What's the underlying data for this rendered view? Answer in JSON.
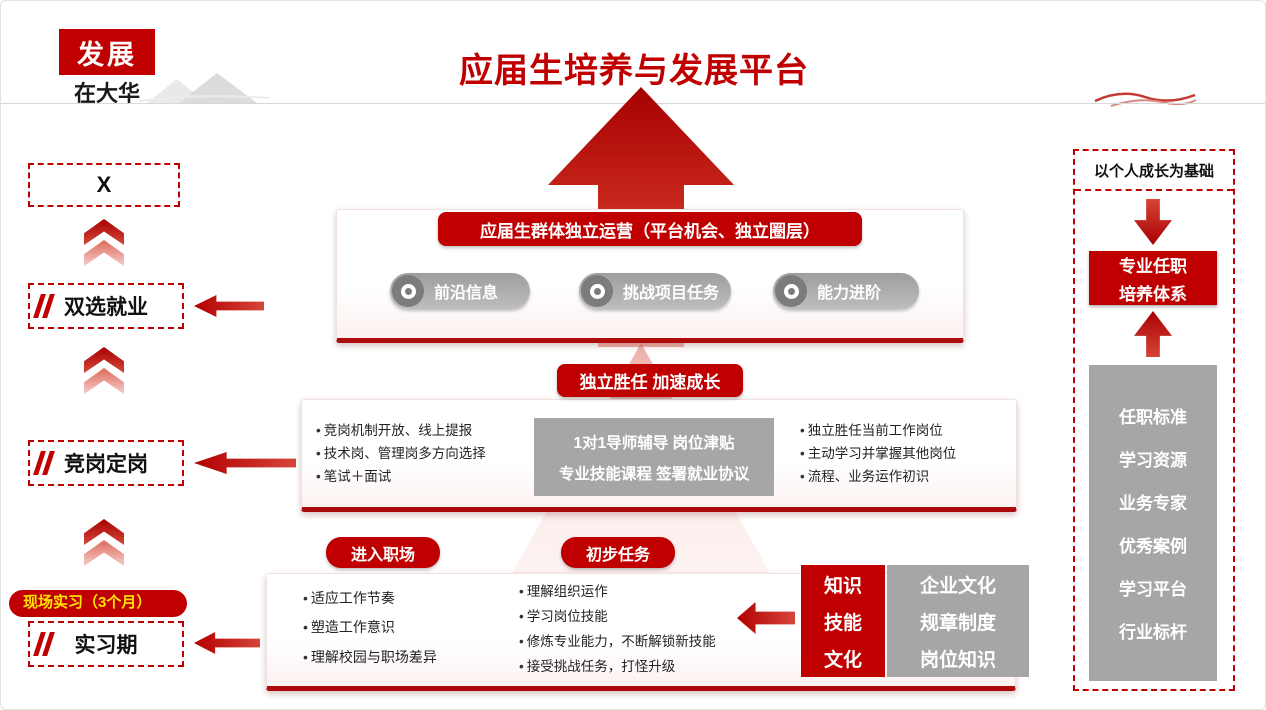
{
  "logo": {
    "line1": "发展",
    "line2": "在大华"
  },
  "header": {
    "title": "应届生培养与发展平台"
  },
  "left_stages": {
    "stage_top": "X",
    "stage_employment": "双选就业",
    "stage_competition": "竞岗定岗",
    "stage_internship": "实习期",
    "internship_tag": "现场实习（3个月）"
  },
  "tier_top": {
    "header": "应届生群体独立运营（平台机会、独立圈层）",
    "pills": [
      "前沿信息",
      "挑战项目任务",
      "能力进阶"
    ]
  },
  "tier_middle": {
    "header": "独立胜任 加速成长",
    "left_bullets": [
      "竞岗机制开放、线上提报",
      "技术岗、管理岗多方向选择",
      "笔试＋面试"
    ],
    "center_lines": [
      "1对1导师辅导 岗位津贴",
      "专业技能课程 签署就业协议"
    ],
    "right_bullets": [
      "独立胜任当前工作岗位",
      "主动学习并掌握其他岗位",
      "流程、业务运作初识"
    ]
  },
  "tier_bottom": {
    "pill_workplace": "进入职场",
    "pill_tasks": "初步任务",
    "left_bullets": [
      "适应工作节奏",
      "塑造工作意识",
      "理解校园与职场差异"
    ],
    "center_bullets": [
      "理解组织运作",
      "学习岗位技能",
      "修炼专业能力，不断解锁新技能",
      "接受挑战任务，打怪升级"
    ],
    "red_box_lines": [
      "知识",
      "技能",
      "文化"
    ],
    "gray_box_lines": [
      "企业文化",
      "规章制度",
      "岗位知识"
    ]
  },
  "right_panel": {
    "top_label": "以个人成长为基础",
    "red_box_lines": [
      "专业任职",
      "培养体系"
    ],
    "gray_items": [
      "任职标准",
      "学习资源",
      "业务专家",
      "优秀案例",
      "学习平台",
      "行业标杆"
    ]
  },
  "colors": {
    "primary_red": "#c00000",
    "box_gray": "#a6a6a6",
    "tag_yellow": "#ffe600"
  }
}
